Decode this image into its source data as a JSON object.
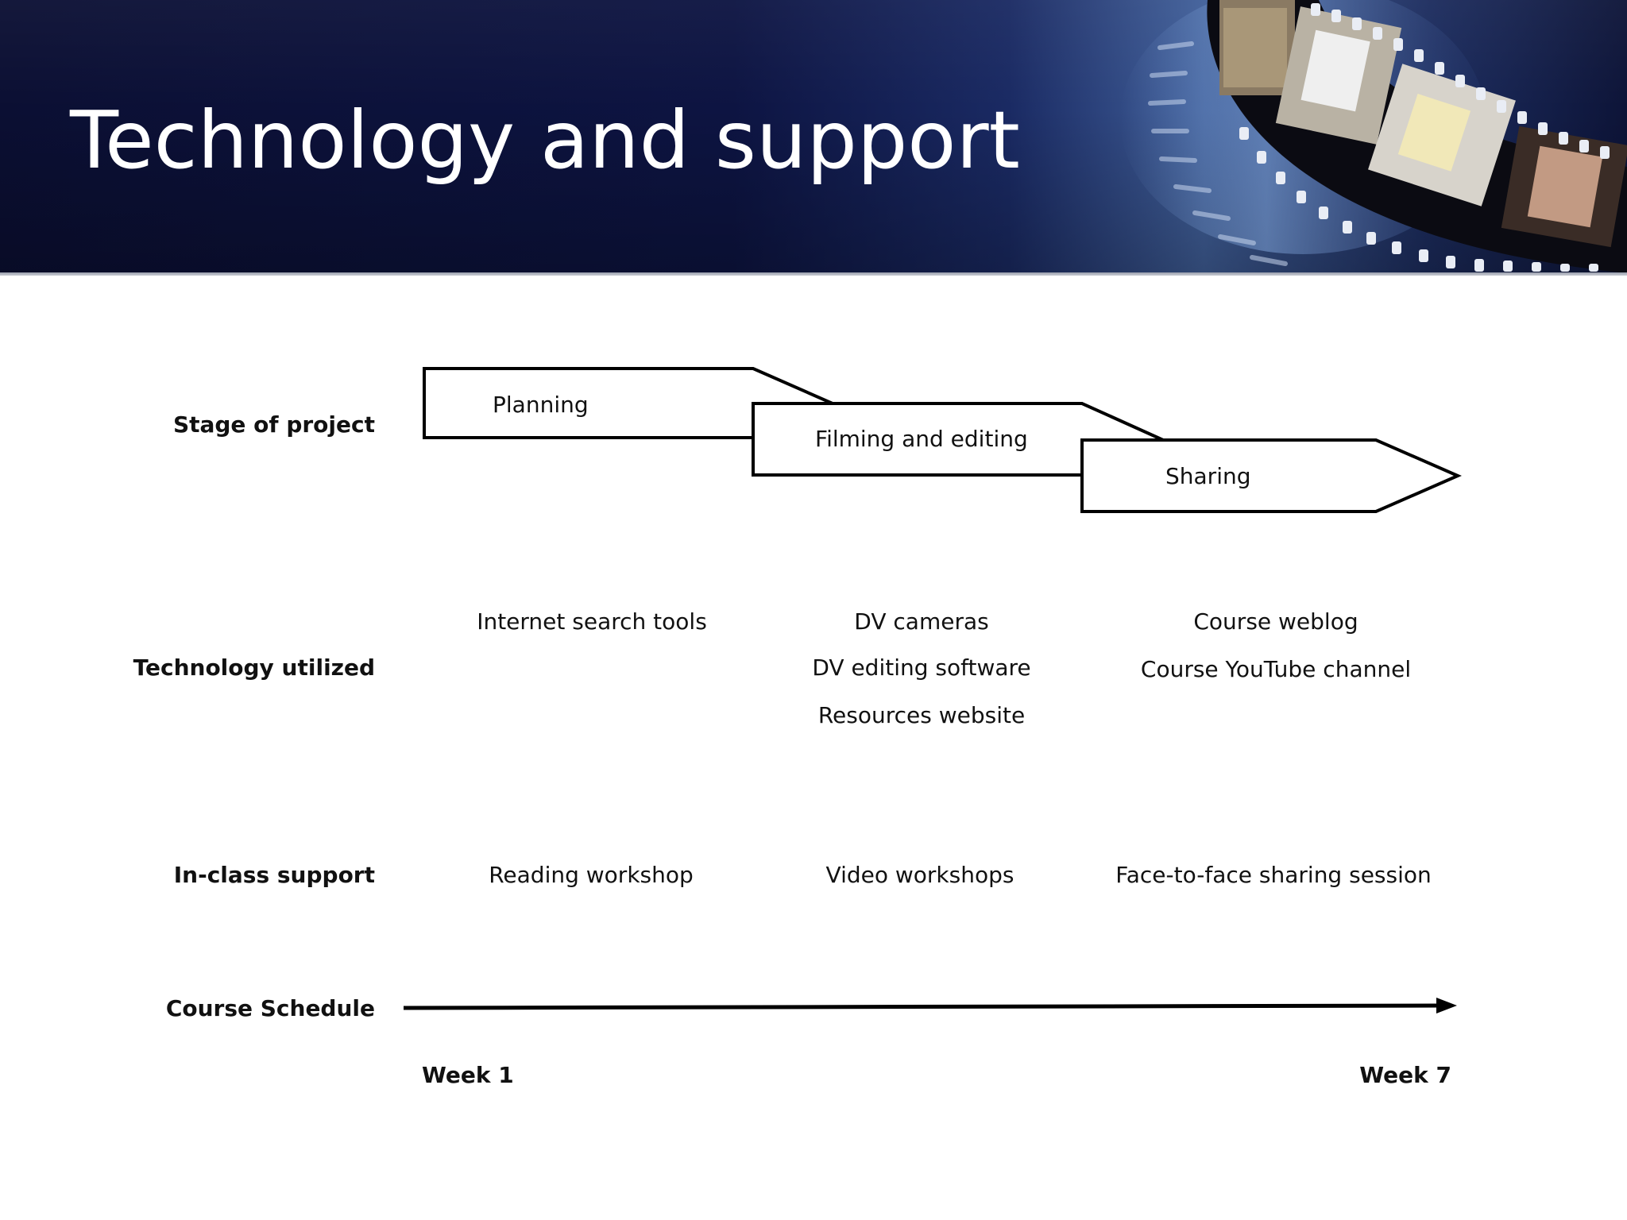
{
  "slide": {
    "title": "Technology and support"
  },
  "rows": {
    "stage": "Stage of project",
    "technology": "Technology utilized",
    "support": "In-class support",
    "schedule": "Course Schedule"
  },
  "stages": [
    "Planning",
    "Filming and editing",
    "Sharing"
  ],
  "technology": {
    "planning": [
      "Internet search tools"
    ],
    "filming": [
      "DV cameras",
      "DV editing software",
      "Resources website"
    ],
    "sharing": [
      "Course weblog",
      "Course YouTube channel"
    ]
  },
  "support": [
    "Reading workshop",
    "Video workshops",
    "Face-to-face sharing session"
  ],
  "schedule": {
    "start": "Week 1",
    "end": "Week 7"
  }
}
